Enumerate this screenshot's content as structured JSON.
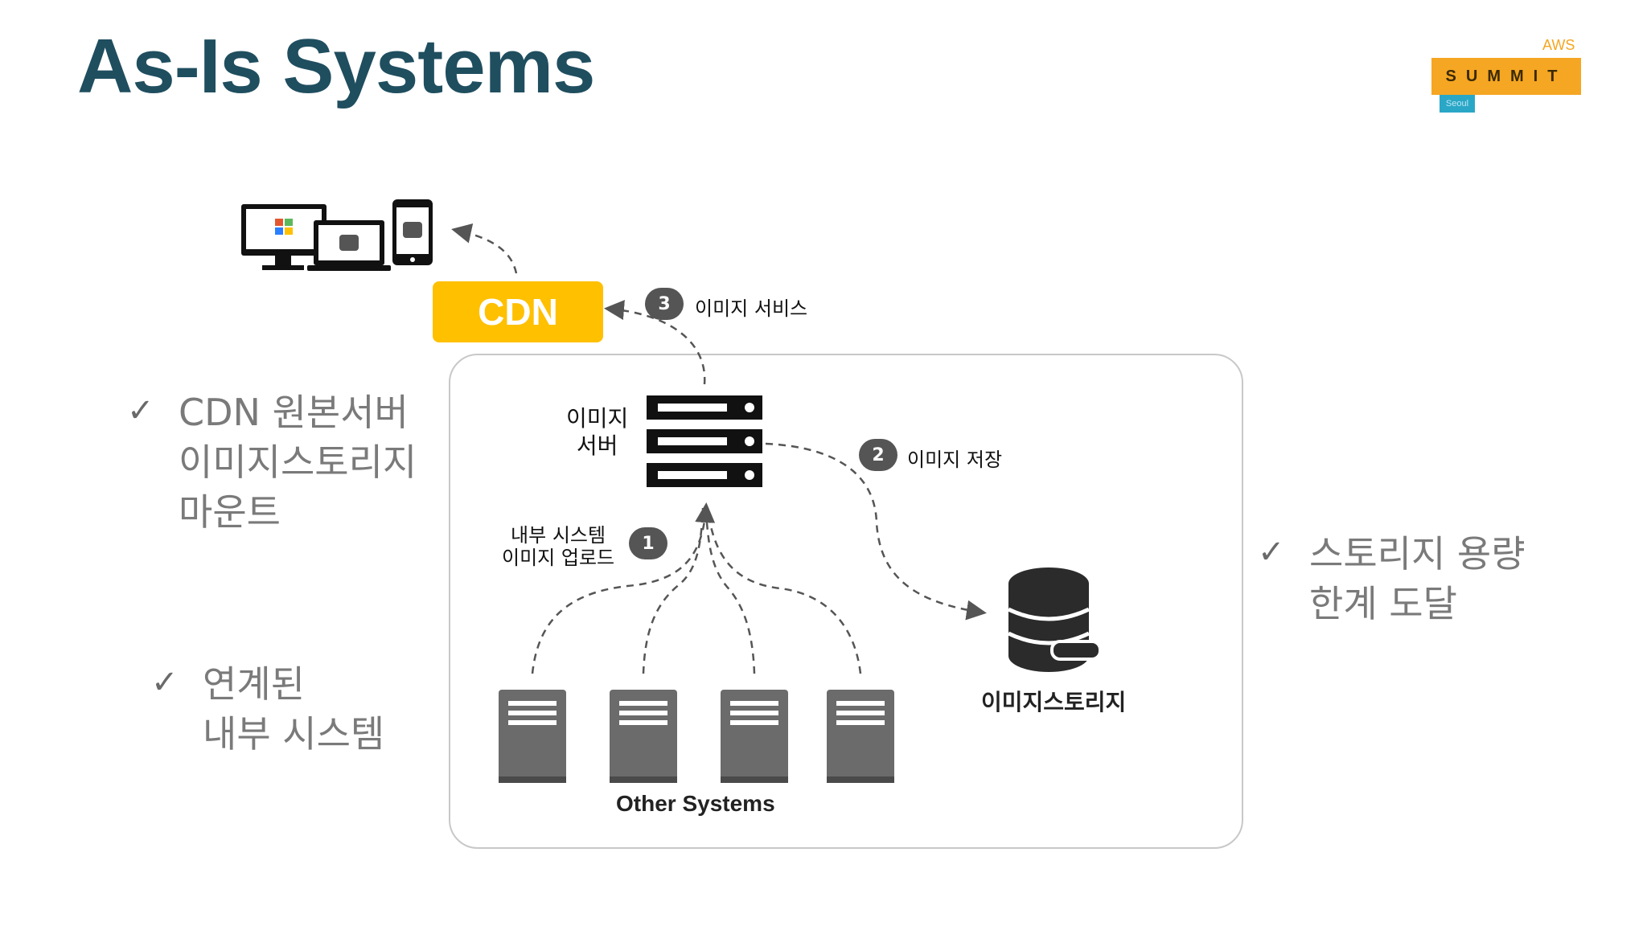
{
  "slide": {
    "title": "As-Is Systems"
  },
  "logo": {
    "aws": "AWS",
    "summit": "SUMMIT",
    "seoul": "Seoul"
  },
  "bullets_left": [
    {
      "check": "✓",
      "lines": [
        "CDN 원본서버",
        "이미지스토리지",
        "마운트"
      ]
    },
    {
      "check": "✓",
      "lines": [
        "연계된",
        "내부 시스템"
      ]
    }
  ],
  "bullets_right": [
    {
      "check": "✓",
      "lines": [
        "스토리지 용량",
        "한계 도달"
      ]
    }
  ],
  "diagram": {
    "cdn_label": "CDN",
    "image_server_label": [
      "이미지",
      "서버"
    ],
    "storage_label": "이미지스토리지",
    "other_systems_label": "Other Systems",
    "steps": [
      {
        "number": "1",
        "text_lines": [
          "내부 시스템",
          "이미지 업로드"
        ]
      },
      {
        "number": "2",
        "text": "이미지 저장"
      },
      {
        "number": "3",
        "text": "이미지 서비스"
      }
    ]
  },
  "colors": {
    "title": "#1f4e5f",
    "cdn": "#ffc000",
    "frame": "#c8c8c8",
    "server_gray": "#6b6b6b",
    "badge": "#555555"
  },
  "icons": [
    "desktop-icon",
    "laptop-icon",
    "tablet-icon",
    "server-rack-icon",
    "database-icon",
    "server-icon"
  ]
}
